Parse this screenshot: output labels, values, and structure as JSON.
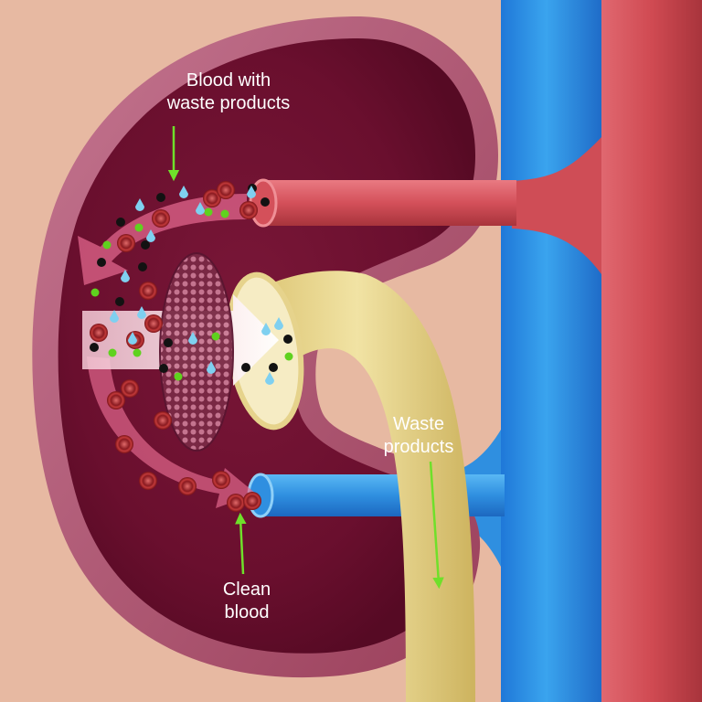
{
  "labels": {
    "blood_with_waste": [
      "Blood with",
      "waste products"
    ],
    "waste_products": [
      "Waste",
      "products"
    ],
    "clean_blood": [
      "Clean",
      "blood"
    ]
  },
  "colors": {
    "background": "#e7b9a2",
    "kidney_outer": "#b2546f",
    "kidney_inner": "#6b1030",
    "artery": "#cc4750",
    "vein": "#2f8fe0",
    "ureter": "#e8d48c",
    "pointer_arrow": "#6fe02a",
    "flow_arrow": "#e0668c",
    "red_cell": "#c23a3a",
    "waste_black": "#121212",
    "waste_green": "#5fd21e",
    "waste_blue": "#7fd0f0"
  },
  "icons": {
    "red_blood_cell": "red-blood-cell-icon",
    "waste_particle": "waste-particle-icon",
    "filter": "filter-membrane-icon"
  }
}
